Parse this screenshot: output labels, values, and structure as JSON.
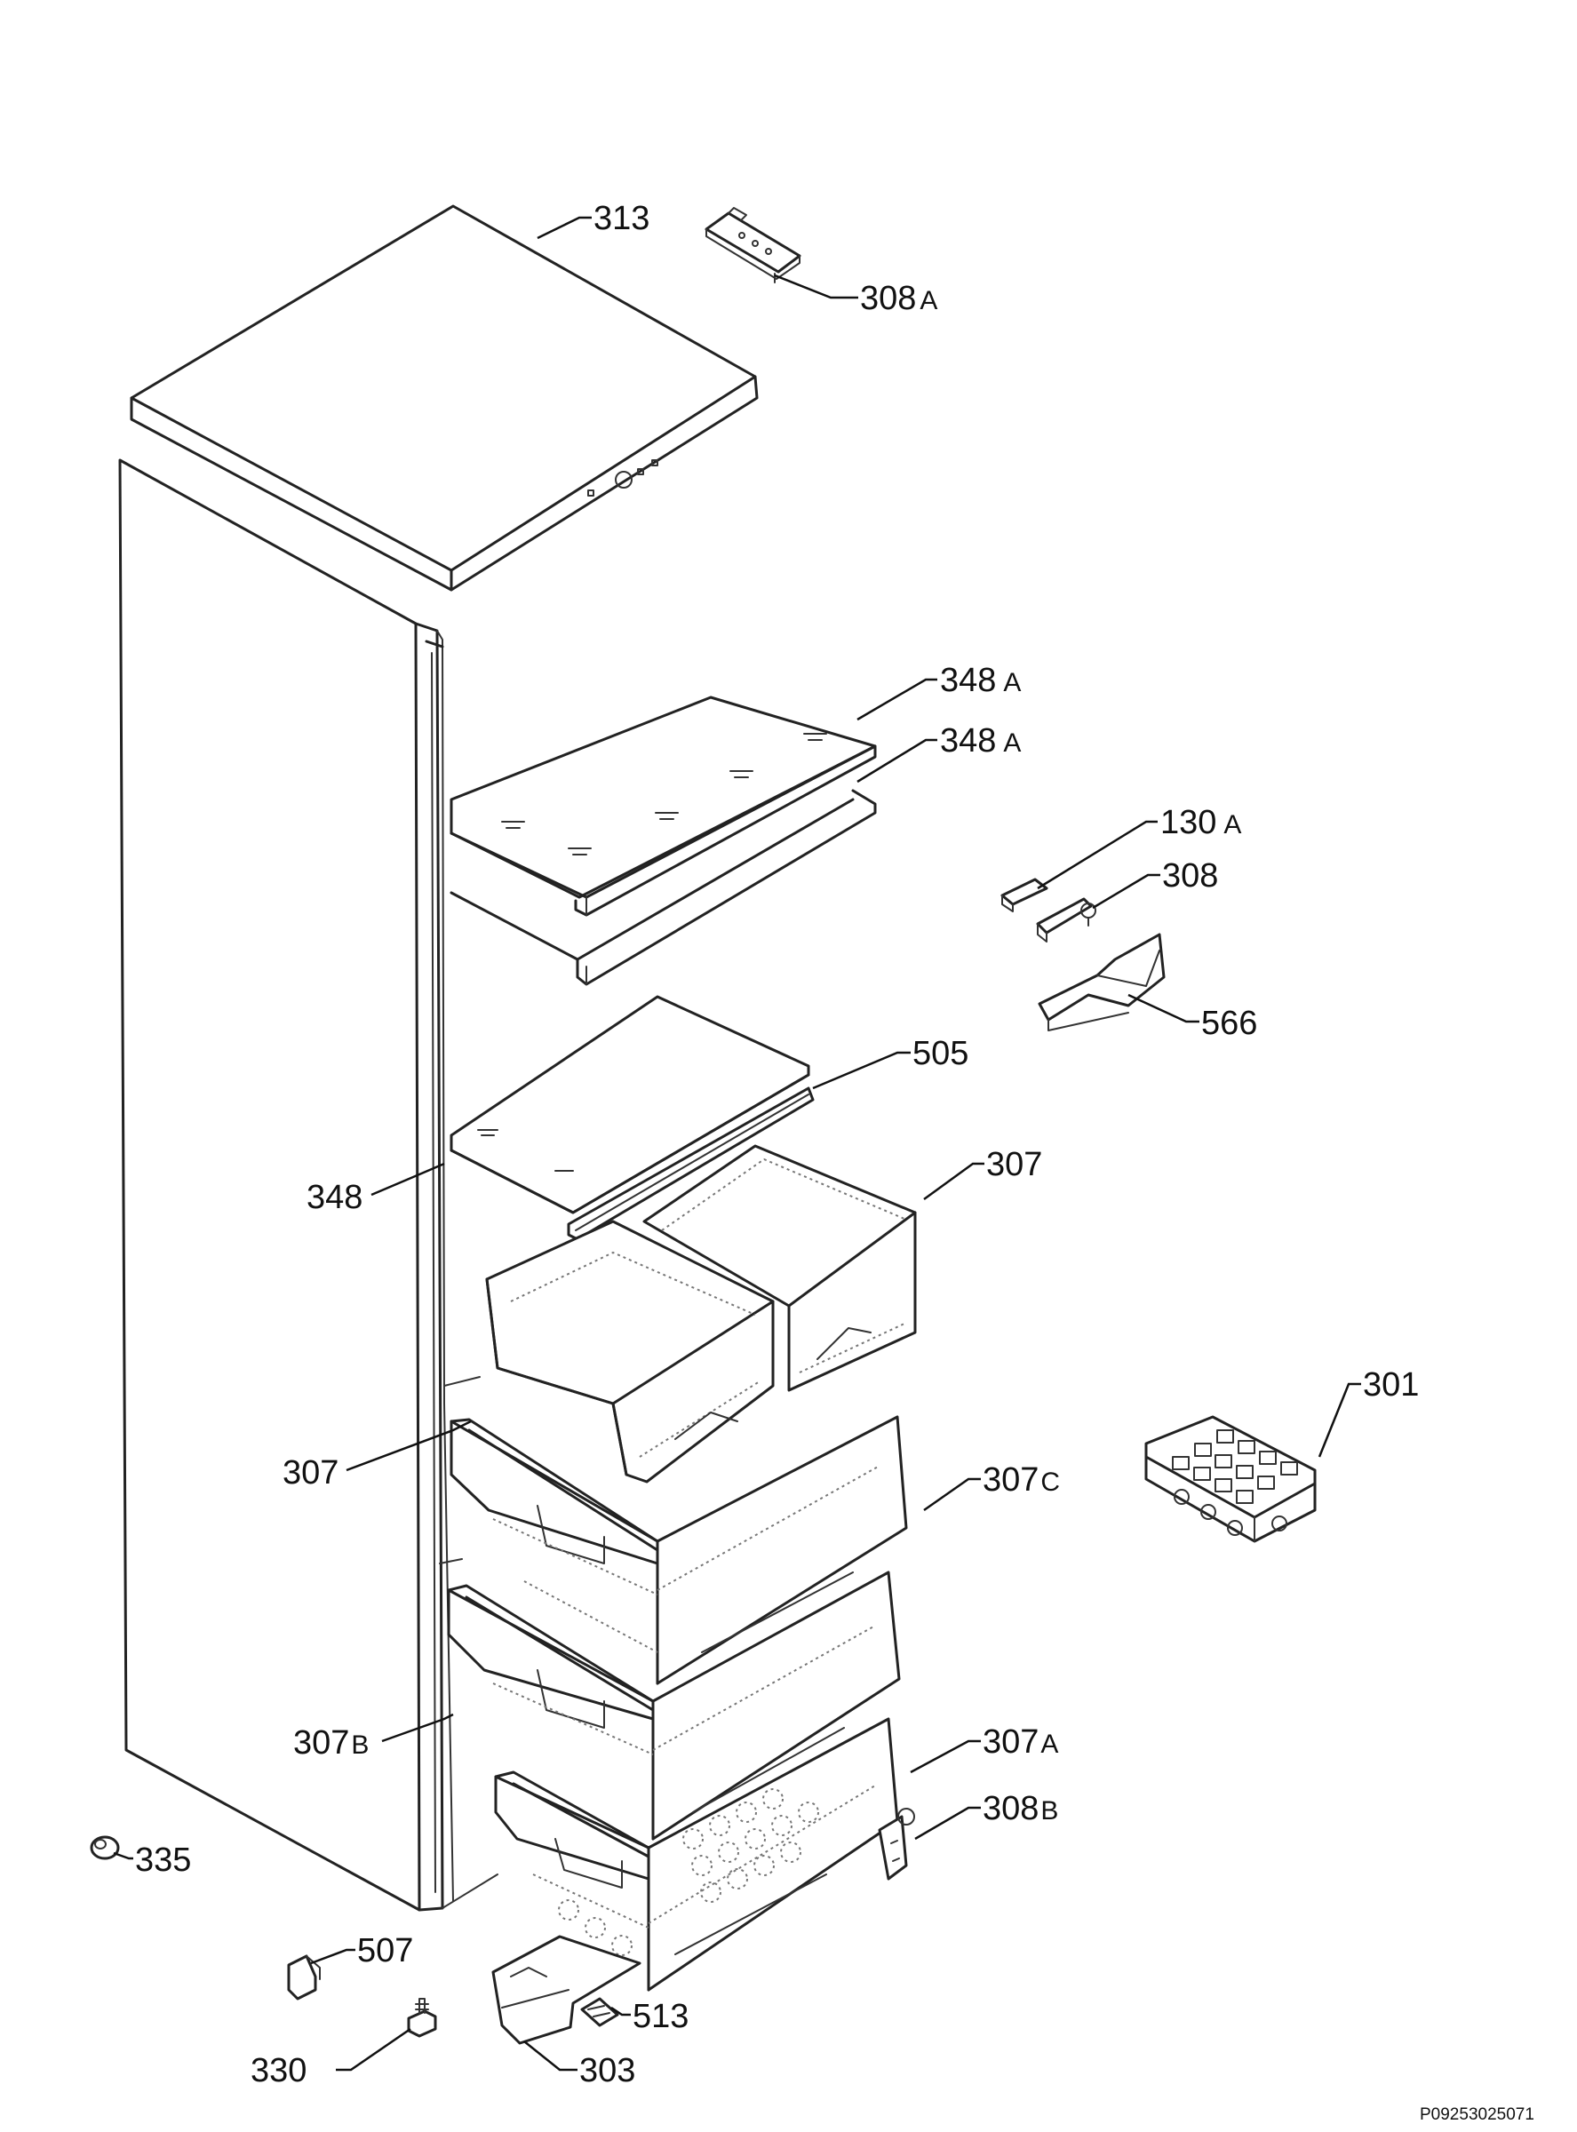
{
  "parts": [
    {
      "id": "p313",
      "number": "313",
      "suffix": ""
    },
    {
      "id": "p308a",
      "number": "308",
      "suffix": "A"
    },
    {
      "id": "p348a1",
      "number": "348",
      "suffix": "A"
    },
    {
      "id": "p348a2",
      "number": "348",
      "suffix": "A"
    },
    {
      "id": "p130a",
      "number": "130",
      "suffix": "A"
    },
    {
      "id": "p308",
      "number": "308",
      "suffix": ""
    },
    {
      "id": "p566",
      "number": "566",
      "suffix": ""
    },
    {
      "id": "p505",
      "number": "505",
      "suffix": ""
    },
    {
      "id": "p307r",
      "number": "307",
      "suffix": ""
    },
    {
      "id": "p348",
      "number": "348",
      "suffix": ""
    },
    {
      "id": "p301",
      "number": "301",
      "suffix": ""
    },
    {
      "id": "p307l",
      "number": "307",
      "suffix": ""
    },
    {
      "id": "p307c",
      "number": "307",
      "suffix": "C"
    },
    {
      "id": "p307b",
      "number": "307",
      "suffix": "B"
    },
    {
      "id": "p307a",
      "number": "307",
      "suffix": "A"
    },
    {
      "id": "p308b",
      "number": "308",
      "suffix": "B"
    },
    {
      "id": "p335",
      "number": "335",
      "suffix": ""
    },
    {
      "id": "p507",
      "number": "507",
      "suffix": ""
    },
    {
      "id": "p513",
      "number": "513",
      "suffix": ""
    },
    {
      "id": "p330",
      "number": "330",
      "suffix": ""
    },
    {
      "id": "p303",
      "number": "303",
      "suffix": ""
    }
  ],
  "diagram_code": "P09253025071"
}
